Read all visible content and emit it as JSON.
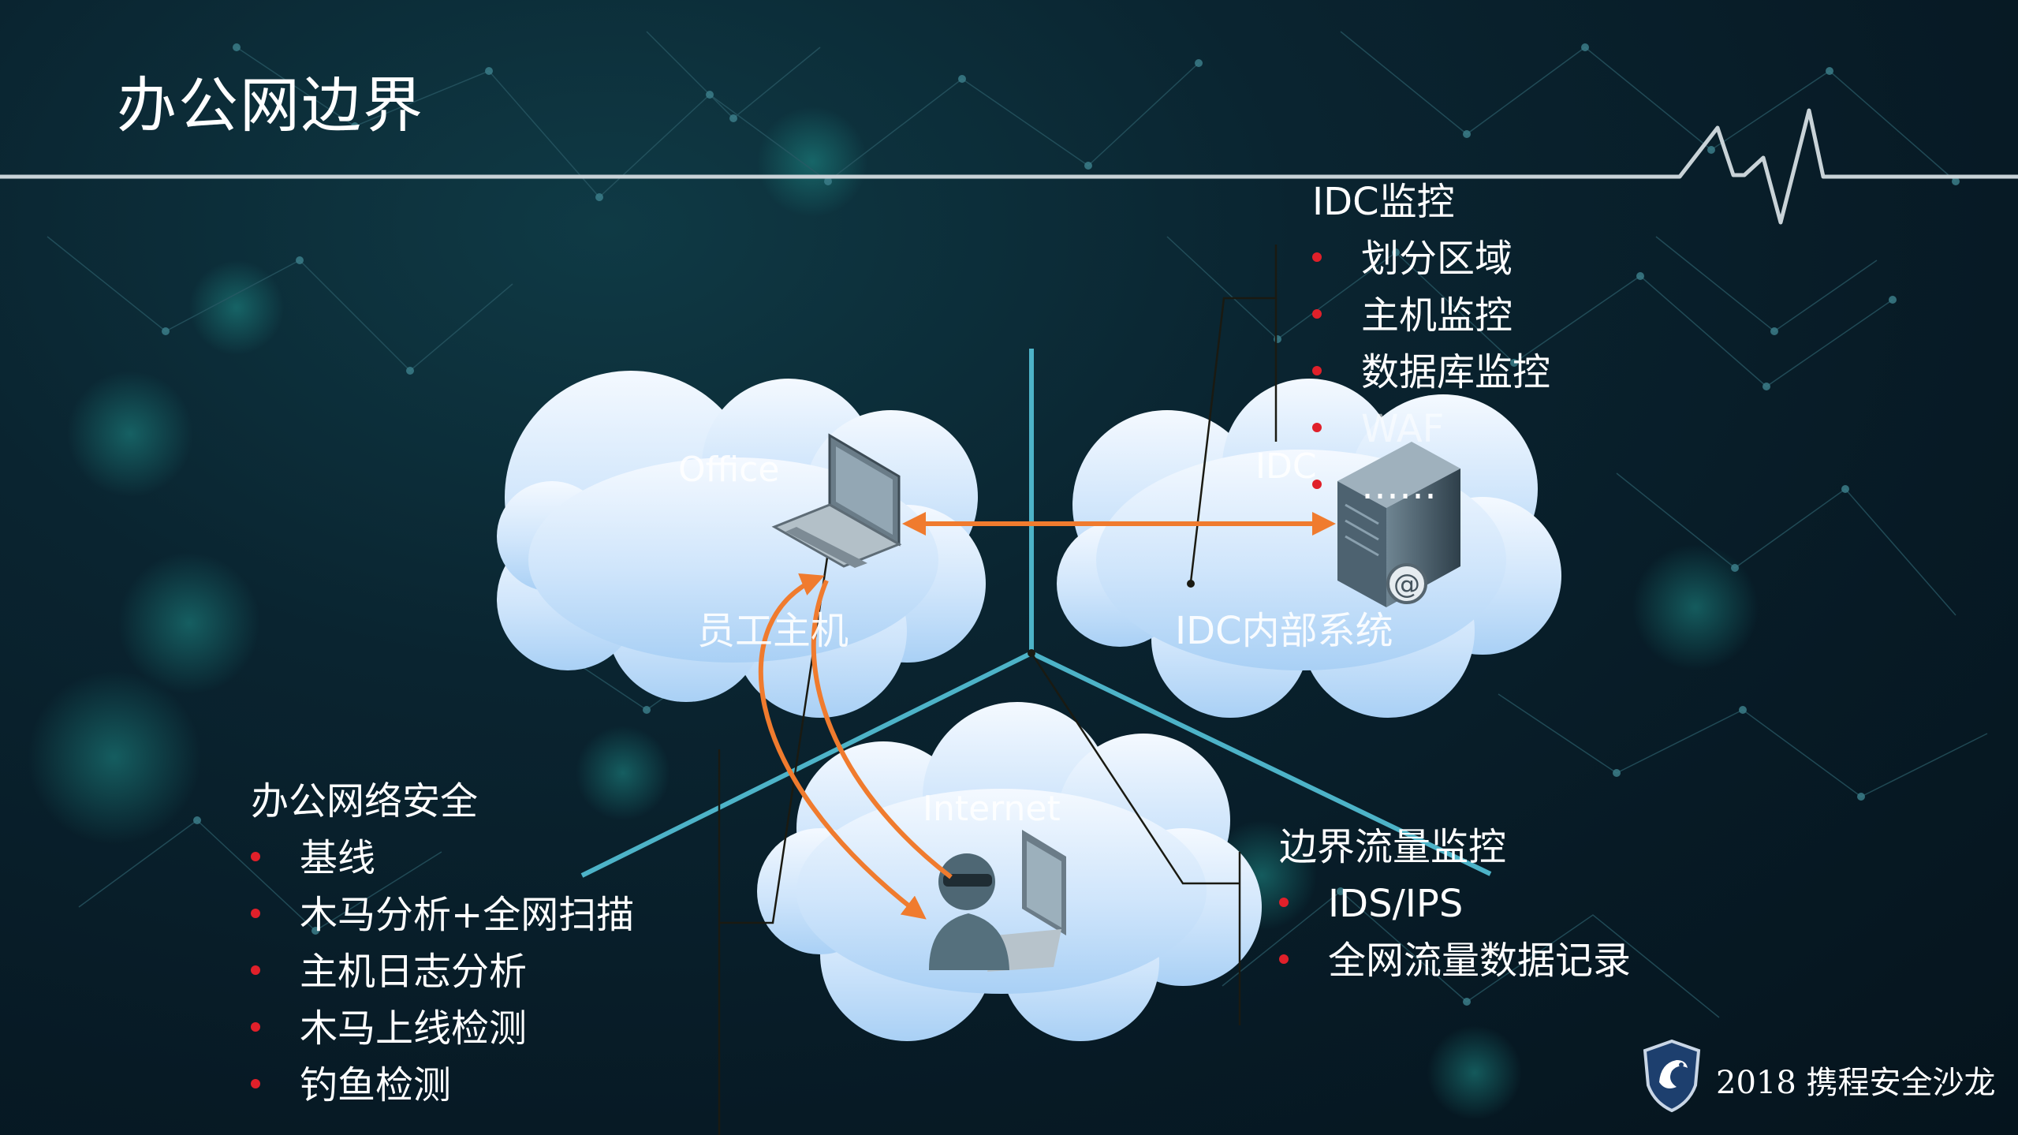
{
  "slide": {
    "title": "办公网边界"
  },
  "clouds": {
    "office": {
      "label": "Office",
      "sub": "员工主机"
    },
    "idc": {
      "label": "IDC",
      "sub": "IDC内部系统"
    },
    "internet": {
      "label": "Internet"
    }
  },
  "idc_monitor": {
    "heading": "IDC监控",
    "items": [
      "划分区域",
      "主机监控",
      "数据库监控",
      "WAF",
      "……"
    ]
  },
  "office_security": {
    "heading": "办公网络安全",
    "items": [
      "基线",
      "木马分析+全网扫描",
      "主机日志分析",
      "木马上线检测",
      "钓鱼检测"
    ]
  },
  "border_traffic": {
    "heading": "边界流量监控",
    "items": [
      "IDS/IPS",
      "全网流量数据记录"
    ]
  },
  "footer": {
    "text": "2018 携程安全沙龙"
  },
  "colors": {
    "accent_line": "#4db3c8",
    "arrow": "#f07b2e",
    "bullet": "#e0202a",
    "cloud_top": "#f4f9ff",
    "cloud_bottom": "#a9d0f5"
  },
  "icons": [
    "laptop-icon",
    "server-icon",
    "hacker-icon",
    "shield-logo-icon"
  ]
}
